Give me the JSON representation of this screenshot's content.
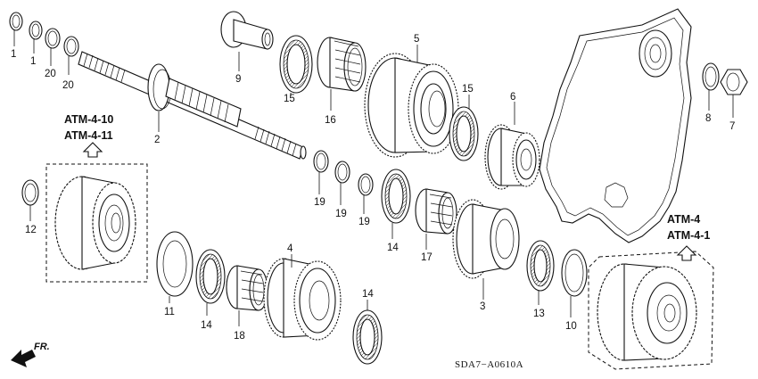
{
  "diagram_code": "SDA7−A0610A",
  "front_arrow_label": "FR.",
  "reference_groups": [
    {
      "id": "left",
      "lines": [
        "ATM-4-10",
        "ATM-4-11"
      ]
    },
    {
      "id": "right",
      "lines": [
        "ATM-4",
        "ATM-4-1"
      ]
    }
  ],
  "callouts": [
    {
      "id": "p1a",
      "label": "1"
    },
    {
      "id": "p1b",
      "label": "1"
    },
    {
      "id": "p20a",
      "label": "20"
    },
    {
      "id": "p20b",
      "label": "20"
    },
    {
      "id": "p9",
      "label": "9"
    },
    {
      "id": "p15a",
      "label": "15"
    },
    {
      "id": "p16",
      "label": "16"
    },
    {
      "id": "p5",
      "label": "5"
    },
    {
      "id": "p15b",
      "label": "15"
    },
    {
      "id": "p6",
      "label": "6"
    },
    {
      "id": "p8",
      "label": "8"
    },
    {
      "id": "p7",
      "label": "7"
    },
    {
      "id": "p2",
      "label": "2"
    },
    {
      "id": "p19a",
      "label": "19"
    },
    {
      "id": "p19b",
      "label": "19"
    },
    {
      "id": "p19c",
      "label": "19"
    },
    {
      "id": "p14a",
      "label": "14"
    },
    {
      "id": "p17",
      "label": "17"
    },
    {
      "id": "p12",
      "label": "12"
    },
    {
      "id": "p4",
      "label": "4"
    },
    {
      "id": "p11",
      "label": "11"
    },
    {
      "id": "p14b",
      "label": "14"
    },
    {
      "id": "p18",
      "label": "18"
    },
    {
      "id": "p14c",
      "label": "14"
    },
    {
      "id": "p3",
      "label": "3"
    },
    {
      "id": "p13",
      "label": "13"
    },
    {
      "id": "p10",
      "label": "10"
    }
  ]
}
